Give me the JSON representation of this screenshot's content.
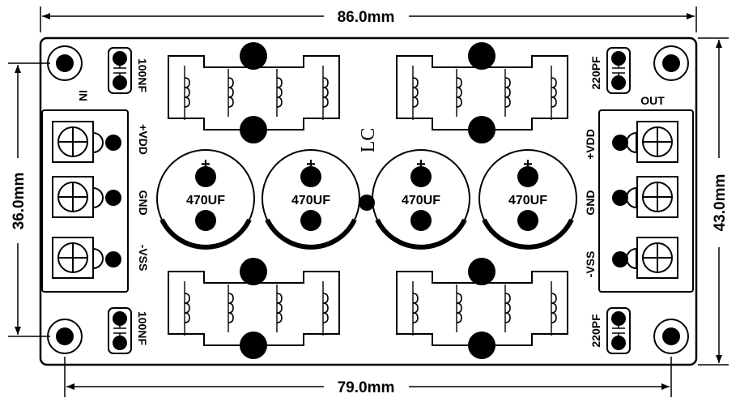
{
  "dimensions": {
    "board_width": "86.0mm",
    "hole_spacing_x": "79.0mm",
    "board_height": "43.0mm",
    "hole_spacing_y": "36.0mm"
  },
  "labels": {
    "in": "IN",
    "out": "OUT",
    "lc": "LC",
    "in_vdd": "+VDD",
    "in_gnd": "GND",
    "in_vss": "-VSS",
    "out_vdd": "+VDD",
    "out_gnd": "GND",
    "out_vss": "-VSS",
    "cap_in_top": "100NF",
    "cap_in_bottom": "100NF",
    "cap_out_top": "220PF",
    "cap_out_bottom": "220PF"
  },
  "capacitors": [
    {
      "value": "470UF",
      "polarity": "+"
    },
    {
      "value": "470UF",
      "polarity": "+"
    },
    {
      "value": "470UF",
      "polarity": "+"
    },
    {
      "value": "470UF",
      "polarity": "+"
    }
  ]
}
